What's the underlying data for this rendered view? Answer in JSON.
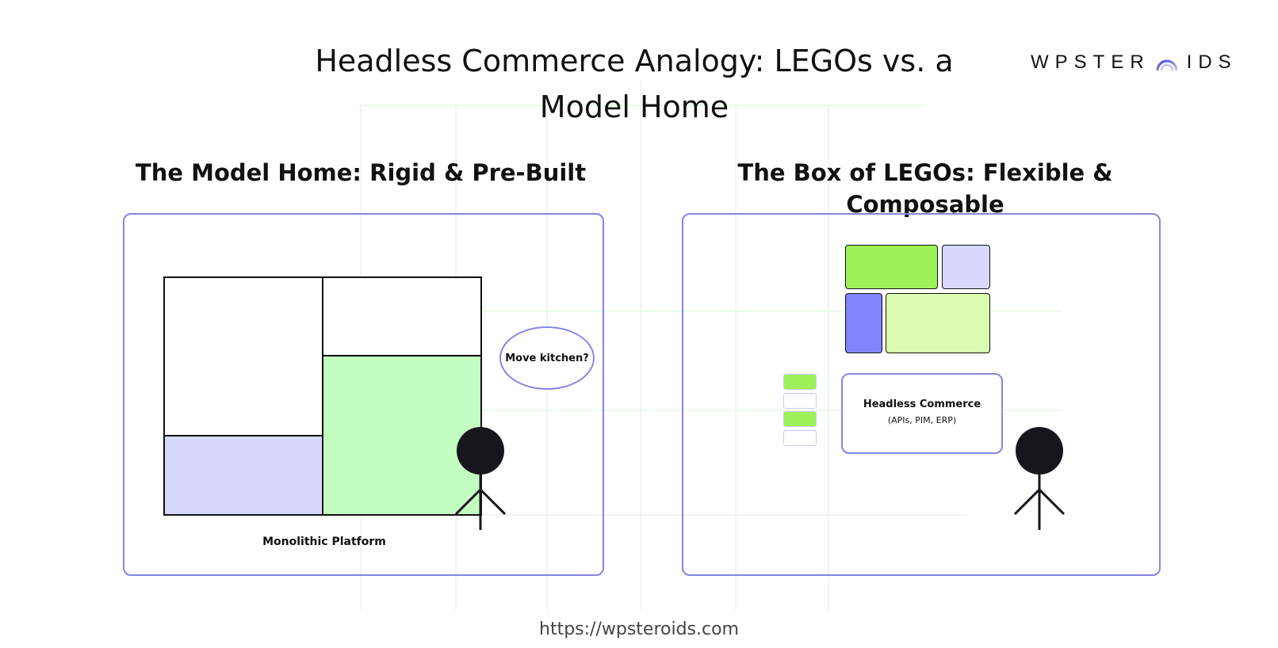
{
  "title": "Headless Commerce Analogy: LEGOs vs. a Model Home",
  "brand": {
    "prefix": "WPSTER",
    "suffix": "IDS",
    "logo_icon": "arc-logo-icon"
  },
  "left_section": {
    "title": "The Model Home: Rigid & Pre-Built",
    "speech_bubble": "Move kitchen?",
    "platform_label": "Monolithic Platform",
    "room_colors": {
      "room_large": "#ffffff",
      "room_top_right": "#ffffff",
      "room_bottom_left": "#d8d8fb",
      "room_bottom_right": "#c2fdc2"
    }
  },
  "right_section": {
    "title": "The Box of LEGOs: Flexible & Composable",
    "headless_box": {
      "title": "Headless Commerce",
      "subtitle": "(APIs, PIM, ERP)"
    },
    "brick_colors": {
      "green": "#9df158",
      "lavender": "#d7d8fb",
      "blue": "#7f84fb",
      "light_green": "#dcfdb2",
      "white": "#ffffff"
    }
  },
  "colors": {
    "accent_border": "#8585e6",
    "stroke": "#111111"
  },
  "footer": {
    "url": "https://wpsteroids.com"
  }
}
